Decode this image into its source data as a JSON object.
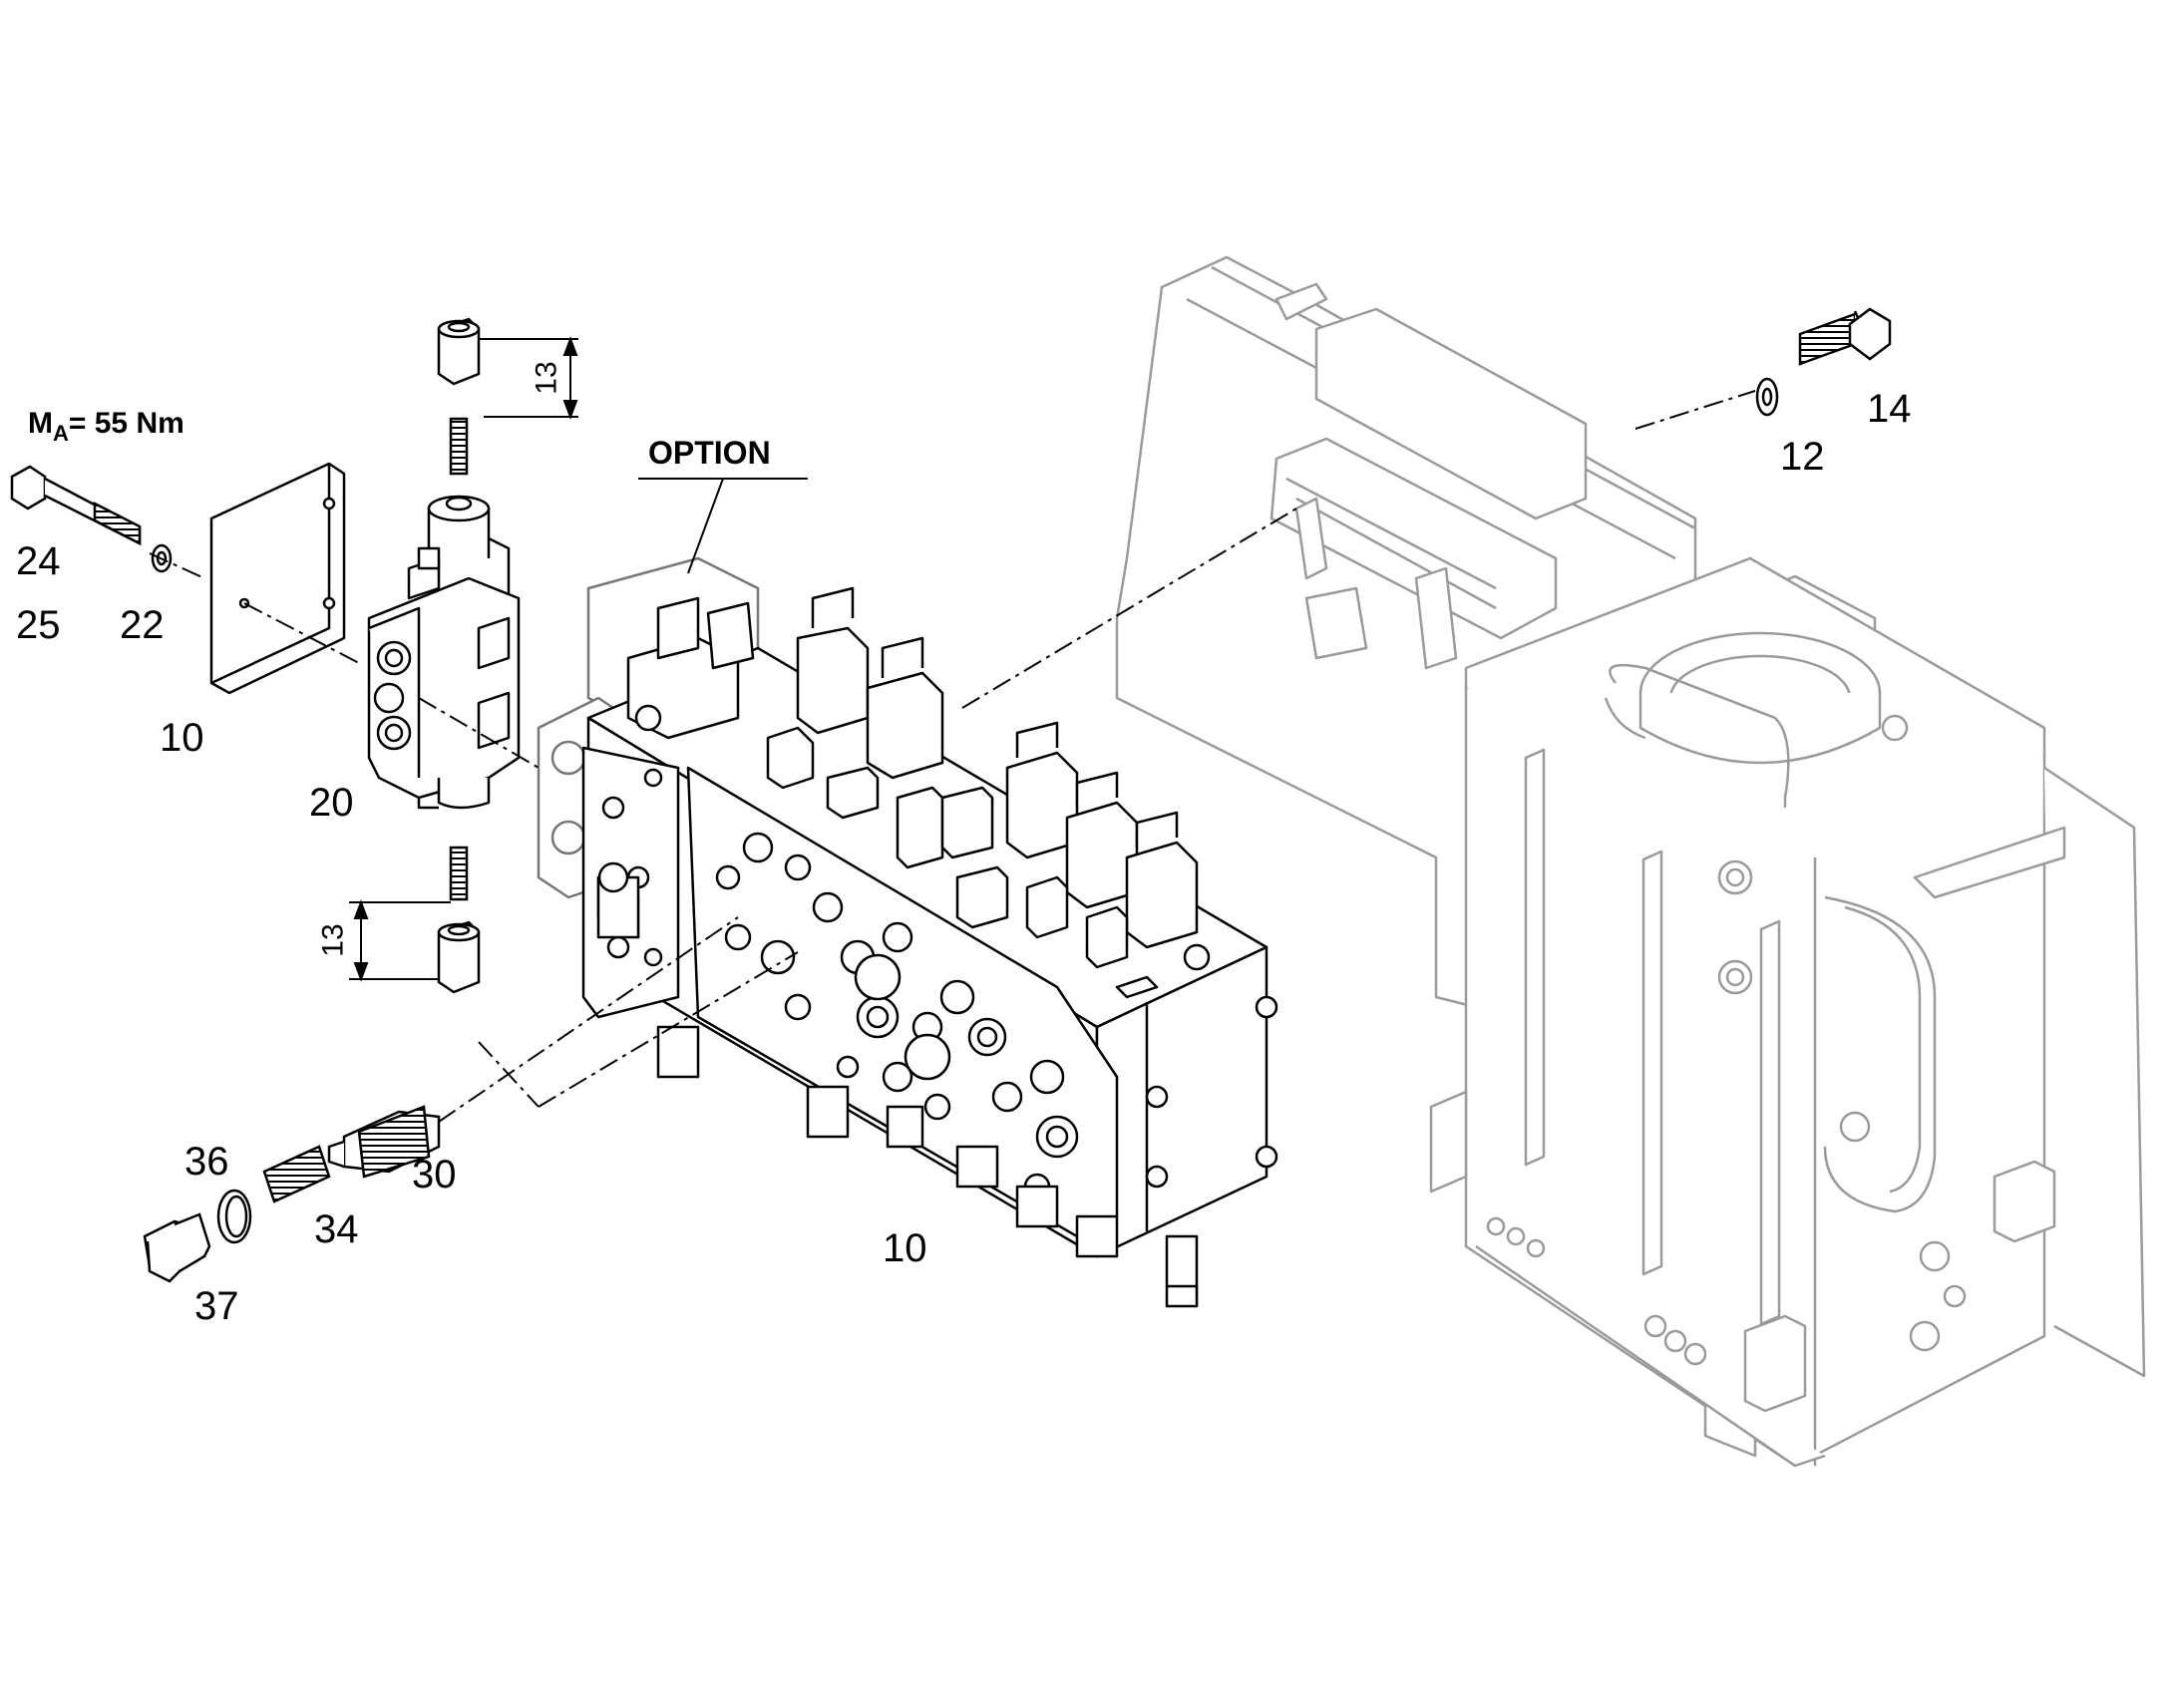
{
  "torque_note": {
    "symbol": "M",
    "subscript": "A",
    "value": "= 55 Nm"
  },
  "option_label": "OPTION",
  "callouts": {
    "c24": "24",
    "c25": "25",
    "c22": "22",
    "c10_plate": "10",
    "c20": "20",
    "c12": "12",
    "c14": "14",
    "c10_block": "10",
    "c36": "36",
    "c37": "37",
    "c34": "34",
    "c30": "30"
  },
  "dimensions": {
    "upper": "13",
    "lower": "13"
  },
  "colors": {
    "line": "#000000",
    "frame_line": "#9a9a9a",
    "background": "#ffffff"
  }
}
